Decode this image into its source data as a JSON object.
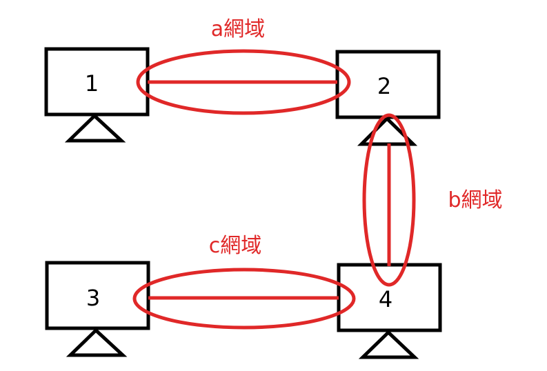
{
  "colors": {
    "network": "#e02828",
    "computer": "#000000",
    "background": "#ffffff"
  },
  "computers": [
    {
      "id": "1",
      "label": "1",
      "icon": "monitor-icon"
    },
    {
      "id": "2",
      "label": "2",
      "icon": "monitor-icon"
    },
    {
      "id": "3",
      "label": "3",
      "icon": "monitor-icon"
    },
    {
      "id": "4",
      "label": "4",
      "icon": "monitor-icon"
    }
  ],
  "networks": [
    {
      "id": "a",
      "label": "a網域",
      "connects": [
        "1",
        "2"
      ]
    },
    {
      "id": "b",
      "label": "b網域",
      "connects": [
        "2",
        "4"
      ]
    },
    {
      "id": "c",
      "label": "c網域",
      "connects": [
        "3",
        "4"
      ]
    }
  ]
}
